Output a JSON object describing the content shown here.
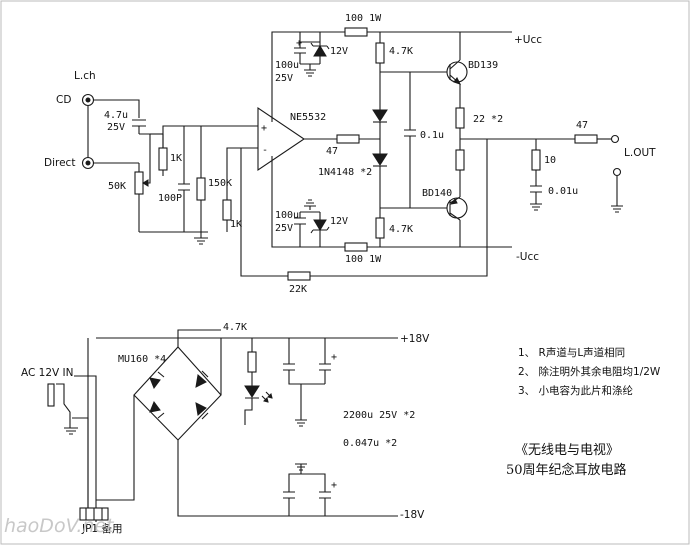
{
  "labels": {
    "in_l_ch": "L.ch",
    "in_cd": "CD",
    "in_direct": "Direct",
    "c_in": "4.7u",
    "c_in_v": "25V",
    "r_1k_a": "1K",
    "r_50k": "50K",
    "c_100p": "100P",
    "r_150k": "150K",
    "r_1k_b": "1K",
    "opamp": "NE5532",
    "r_47_a": "47",
    "diodes": "1N4148 *2",
    "r_4k7_top": "4.7K",
    "r_4k7_bot": "4.7K",
    "c_01u": "0.1u",
    "q_top": "BD139",
    "q_bot": "BD140",
    "r_22": "22 *2",
    "r_47_out": "47",
    "r_10": "10",
    "c_001u": "0.01u",
    "out": "L.OUT",
    "r_100_top": "100 1W",
    "r_100_bot": "100 1W",
    "cz_top": "100u",
    "cz_top_v": "25V",
    "z_top": "12V",
    "cz_bot": "100u",
    "cz_bot_v": "25V",
    "z_bot": "12V",
    "ucc_pos": "+Ucc",
    "ucc_neg": "-Ucc",
    "r_22k": "22K",
    "ps_r": "4.7K",
    "ps_pos": "+18V",
    "ps_neg": "-18V",
    "ps_ac": "AC 12V IN",
    "ps_bridge": "MU160 *4",
    "ps_caps1": "2200u 25V *2",
    "ps_caps2": "0.047u *2",
    "ps_jp": "JP1 备用",
    "plus1": "+",
    "plus2": "+"
  },
  "notes": [
    "1、 R声道与L声道相同",
    "2、 除注明外其余电阻均1/2W",
    "3、 小电容为此片和涤纶"
  ],
  "title": {
    "line1": "《无线电与电视》",
    "line2": "50周年纪念耳放电路"
  },
  "watermark": "haoDoV.net"
}
